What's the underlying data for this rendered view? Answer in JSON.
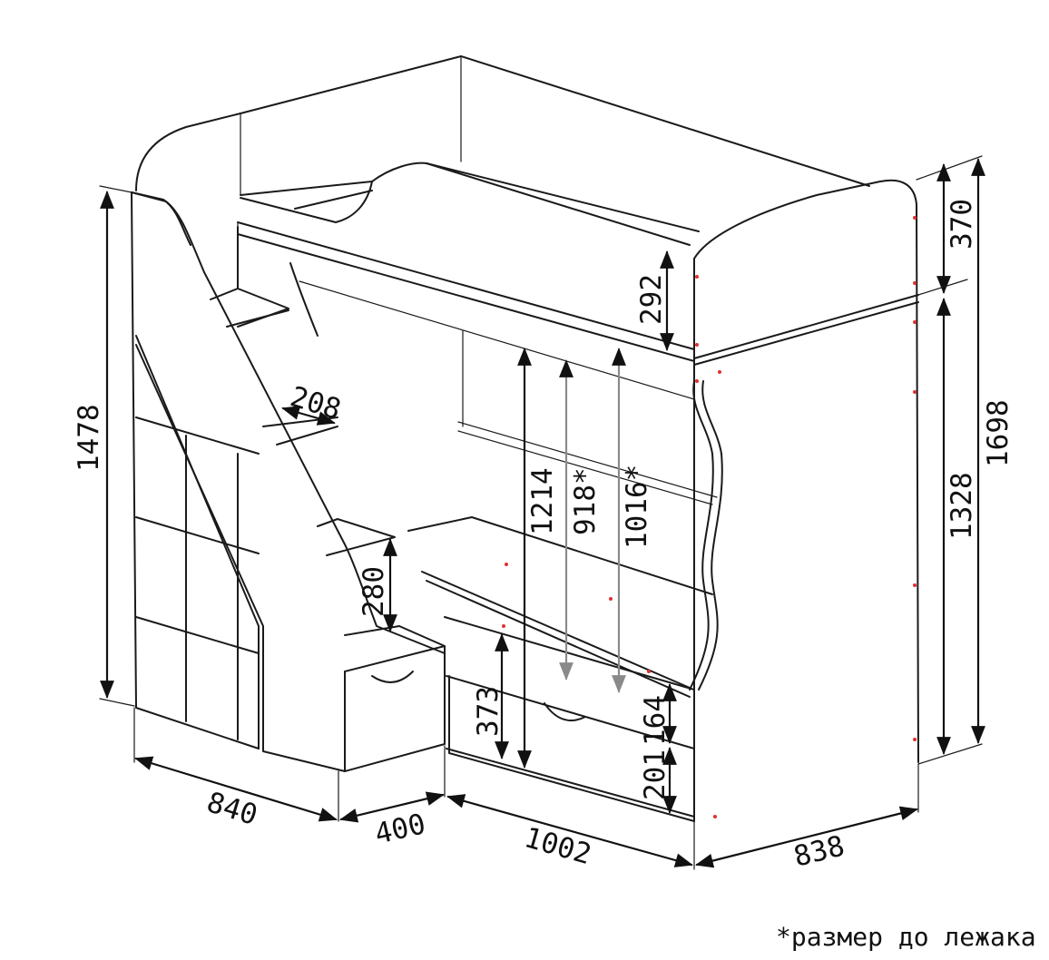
{
  "dimensions": {
    "overall_height": "1698",
    "stair_height": "1478",
    "lower_height": "1328",
    "top_rail": "370",
    "guard_height": "292",
    "bed_clearance": "1214",
    "sleep_clear_a": "918*",
    "sleep_clear_b": "1016*",
    "step_depth": "208",
    "step_rise": "280",
    "drawer_height": "373",
    "gap_small": "164",
    "drawer_front": "201",
    "stair_width": "840",
    "stair_depth": "400",
    "bed_length": "1002",
    "bed_width": "838"
  },
  "note": "*размер до лежака",
  "colors": {
    "line": "#1a1a1a",
    "arrow_grey": "#8a8a8a",
    "marker": "#e03030"
  }
}
